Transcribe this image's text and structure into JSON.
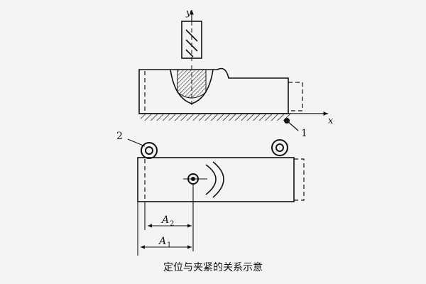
{
  "caption": "定位与夹紧的关系示意",
  "labels": {
    "axis_y": "y",
    "axis_x": "x",
    "callout_1": "1",
    "callout_2": "2",
    "dim_a2": "A",
    "dim_a2_sub": "2",
    "dim_a1": "A",
    "dim_a1_sub": "1"
  },
  "colors": {
    "ink": "#111111",
    "paper": "#f4f4f4"
  }
}
